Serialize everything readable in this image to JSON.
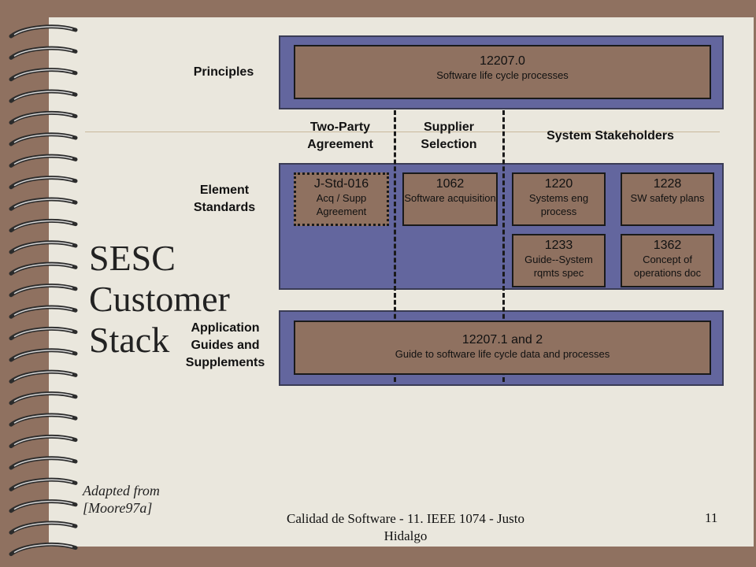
{
  "rows": {
    "principles": "Principles",
    "element_standards": "Element Standards",
    "application": "Application Guides and Supplements"
  },
  "columns": {
    "two_party": "Two-Party Agreement",
    "supplier": "Supplier Selection",
    "stakeholders": "System Stakeholders"
  },
  "boxes": {
    "b12207_0": {
      "num": "12207.0",
      "sub": "Software life cycle processes"
    },
    "jstd": {
      "num": "J-Std-016",
      "sub": "Acq / Supp Agreement"
    },
    "b1062": {
      "num": "1062",
      "sub": "Software acquisition"
    },
    "b1220": {
      "num": "1220",
      "sub": "Systems eng process"
    },
    "b1228": {
      "num": "1228",
      "sub": "SW safety plans"
    },
    "b1233": {
      "num": "1233",
      "sub": "Guide--System rqmts spec"
    },
    "b1362": {
      "num": "1362",
      "sub": "Concept of operations doc"
    },
    "b12207_1": {
      "num": "12207.1 and 2",
      "sub": "Guide to software life cycle data and processes"
    }
  },
  "title": {
    "line1": "SESC",
    "line2": "Customer",
    "line3": "Stack"
  },
  "adapted": {
    "line1": "Adapted from",
    "line2": "[Moore97a]"
  },
  "footer": {
    "text": "Calidad de Software - 11. IEEE 1074 - Justo Hidalgo",
    "page": "11"
  },
  "colors": {
    "band": "#63669e",
    "box": "#8f7160",
    "page": "#eae7dd"
  }
}
